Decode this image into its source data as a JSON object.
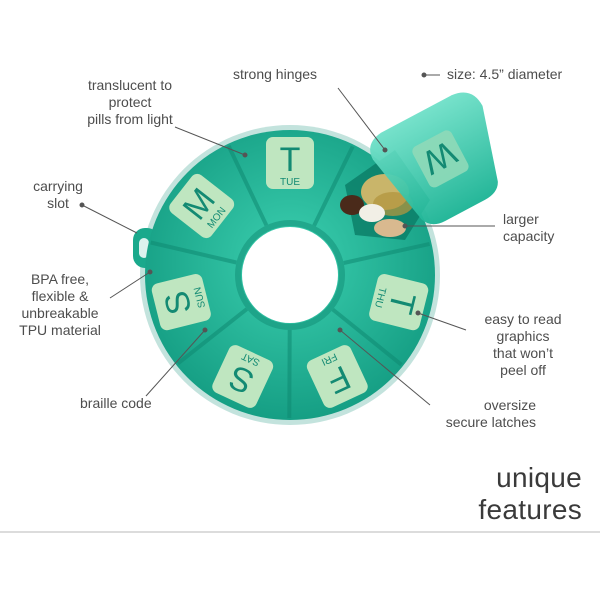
{
  "callouts": {
    "translucent": "translucent to protect pills from light",
    "hinges": "strong hinges",
    "size": "size: 4.5” diameter",
    "carrying": "carrying slot",
    "capacity": "larger capacity",
    "bpa": "BPA free, flexible & unbreakable TPU material",
    "graphics": "easy to read graphics that won’t peel off",
    "braille": "braille code",
    "latches": "oversize secure latches"
  },
  "lines": {
    "translucent": [
      "translucent to",
      "protect",
      "pills from light"
    ],
    "carrying": [
      "carrying",
      "slot"
    ],
    "capacity": [
      "larger",
      "capacity"
    ],
    "bpa": [
      "BPA free,",
      "flexible &",
      "unbreakable",
      "TPU material"
    ],
    "graphics": [
      "easy to read",
      "graphics",
      "that won’t",
      "peel off"
    ],
    "latches": [
      "oversize",
      "secure latches"
    ]
  },
  "headline": [
    "unique",
    "features"
  ],
  "days": [
    {
      "letter": "T",
      "abbr": "TUE"
    },
    {
      "letter": "M",
      "abbr": "MON"
    },
    {
      "letter": "S",
      "abbr": "SUN"
    },
    {
      "letter": "S",
      "abbr": "SAT"
    },
    {
      "letter": "F",
      "abbr": "FRI"
    },
    {
      "letter": "T",
      "abbr": "THU"
    },
    {
      "letter": "W",
      "abbr": ""
    }
  ],
  "colors": {
    "case": "#1fb89a",
    "case_dark": "#12977d",
    "label_face": "#bfe6c0",
    "label_text": "#138a73",
    "leader": "#555555"
  }
}
